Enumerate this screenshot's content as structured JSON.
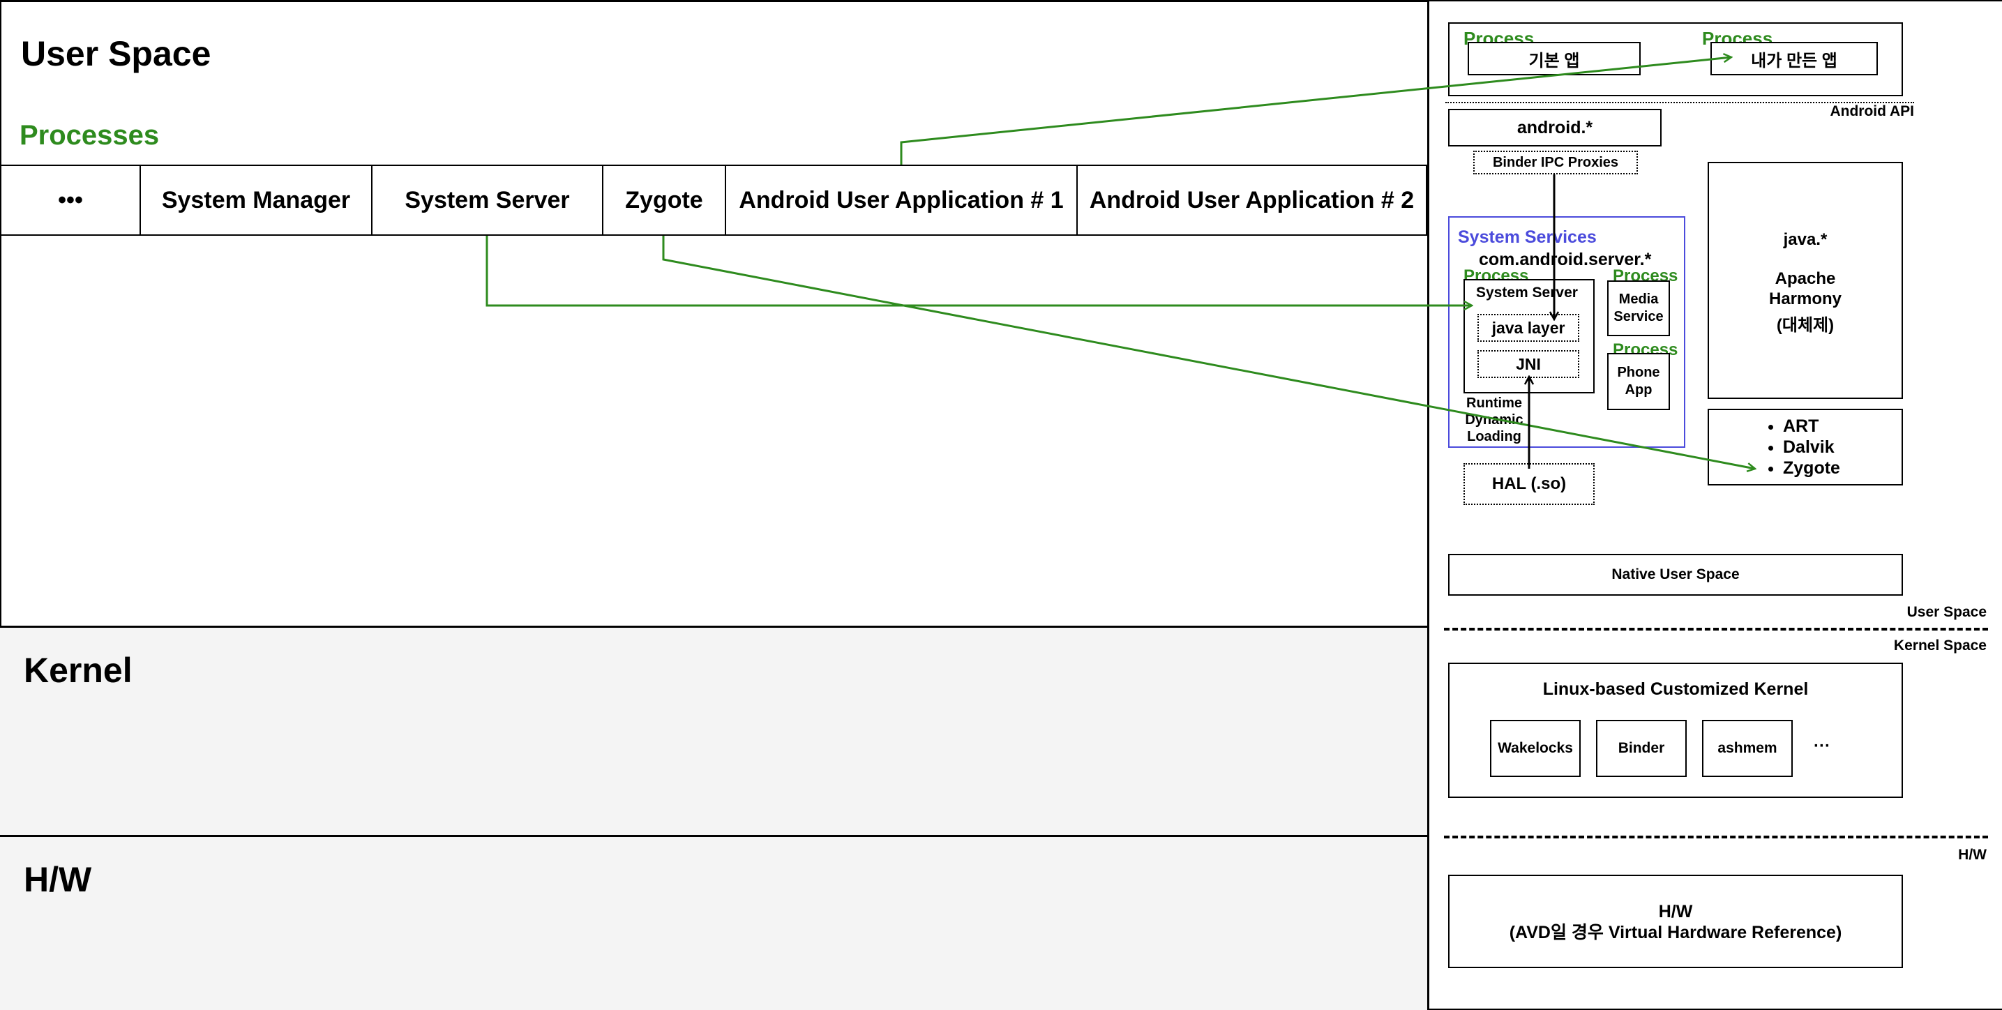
{
  "left": {
    "user_space_title": "User Space",
    "processes_title": "Processes",
    "process_cells": [
      "•••",
      "System Manager",
      "System Server",
      "Zygote",
      "Android User Application # 1",
      "Android User Application # 2"
    ],
    "kernel_title": "Kernel",
    "hw_title": "H/W"
  },
  "right": {
    "top_process_label_1": "Process",
    "top_process_label_2": "Process",
    "basic_app": "기본 앱",
    "my_app": "내가 만든 앱",
    "android_api": "Android API",
    "android_pkg": "android.*",
    "binder_ipc": "Binder IPC Proxies",
    "system_services_title": "System Services",
    "com_android_server": "com.android.server.*",
    "process_label_ss": "Process",
    "process_label_media": "Process",
    "process_label_phone": "Process",
    "system_server": "System Server",
    "java_layer": "java layer",
    "jni": "JNI",
    "media_service": "Media Service",
    "phone_app": "Phone App",
    "runtime_dynamic_loading": "Runtime Dynamic Loading",
    "hal": "HAL (.so)",
    "java_pkg": "java.*",
    "apache_harmony": "Apache Harmony",
    "apache_harmony_alt": "(대체제)",
    "runtime_items": [
      "ART",
      "Dalvik",
      "Zygote"
    ],
    "native_user_space": "Native User Space",
    "user_space_label": "User Space",
    "kernel_space_label": "Kernel Space",
    "kernel_title": "Linux-based Customized Kernel",
    "kernel_items": [
      "Wakelocks",
      "Binder",
      "ashmem",
      "···"
    ],
    "hw_label": "H/W",
    "hw_box_line1": "H/W",
    "hw_box_line2": "(AVD일 경우 Virtual Hardware Reference)"
  },
  "colors": {
    "arrow_green": "#2e8b1e",
    "system_services_blue": "#4b4bdc",
    "process_green": "#2e8b1e",
    "lower_layer_bg": "#f4f4f4"
  }
}
